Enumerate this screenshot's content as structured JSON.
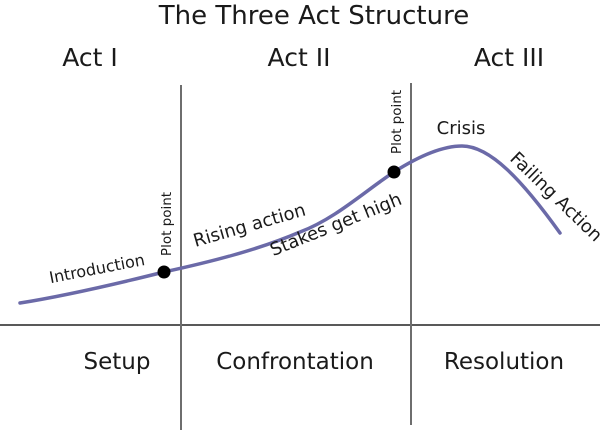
{
  "title": "The Three Act Structure",
  "acts": [
    {
      "label": "Act I",
      "stage": "Setup"
    },
    {
      "label": "Act II",
      "stage": "Confrontation"
    },
    {
      "label": "Act III",
      "stage": "Resolution"
    }
  ],
  "curve_labels": {
    "introduction": "Introduction",
    "plot_point_1": "Plot point",
    "rising_action": "Rising action",
    "stakes": "Stakes get high",
    "plot_point_2": "Plot point",
    "crisis": "Crisis",
    "failing_action": "Failing Action"
  },
  "colors": {
    "curve": "#6b6aa8",
    "divider_line": "#6e6e6e",
    "baseline": "#595959",
    "text": "#1a1a1a",
    "plot_point_dot": "#000000"
  }
}
